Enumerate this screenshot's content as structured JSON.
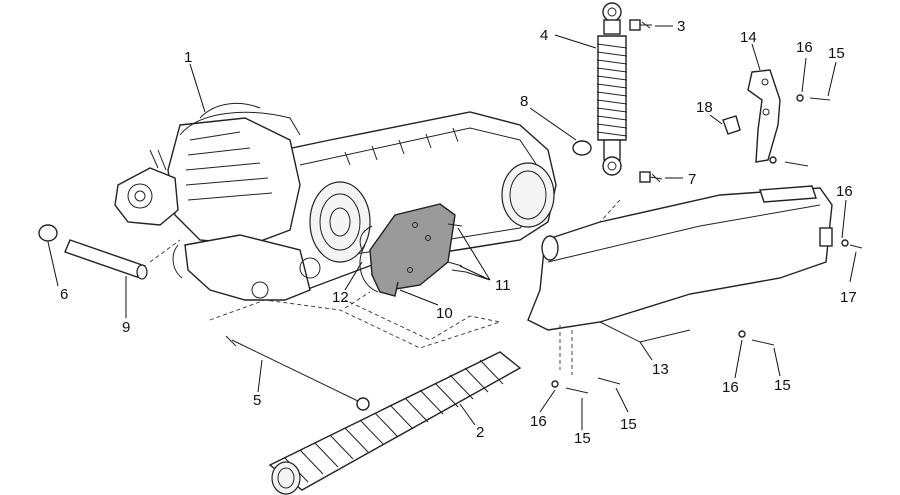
{
  "diagram": {
    "callouts": [
      {
        "id": "p1",
        "text": "1"
      },
      {
        "id": "p2",
        "text": "2"
      },
      {
        "id": "p3",
        "text": "3"
      },
      {
        "id": "p4",
        "text": "4"
      },
      {
        "id": "p5",
        "text": "5"
      },
      {
        "id": "p6",
        "text": "6"
      },
      {
        "id": "p7",
        "text": "7"
      },
      {
        "id": "p8",
        "text": "8"
      },
      {
        "id": "p9",
        "text": "9"
      },
      {
        "id": "p10",
        "text": "10"
      },
      {
        "id": "p11",
        "text": "11"
      },
      {
        "id": "p12",
        "text": "12"
      },
      {
        "id": "p13",
        "text": "13"
      },
      {
        "id": "p14",
        "text": "14"
      },
      {
        "id": "p15a",
        "text": "15"
      },
      {
        "id": "p15b",
        "text": "15"
      },
      {
        "id": "p15c",
        "text": "15"
      },
      {
        "id": "p15d",
        "text": "15"
      },
      {
        "id": "p16a",
        "text": "16"
      },
      {
        "id": "p16b",
        "text": "16"
      },
      {
        "id": "p16c",
        "text": "16"
      },
      {
        "id": "p16d",
        "text": "16"
      },
      {
        "id": "p17",
        "text": "17"
      },
      {
        "id": "p18",
        "text": "18"
      }
    ]
  }
}
